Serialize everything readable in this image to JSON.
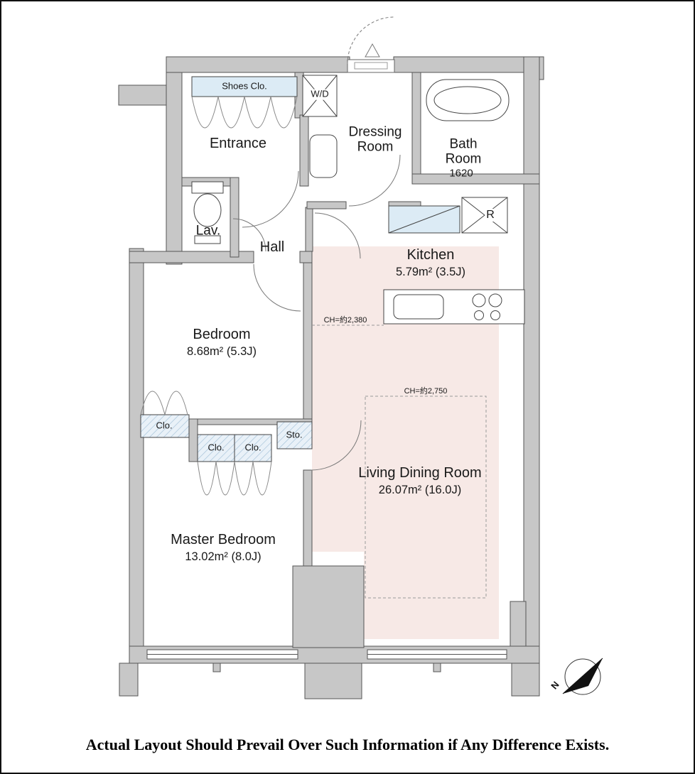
{
  "plan": {
    "entrance": {
      "name": "Entrance"
    },
    "shoes_closet": {
      "name": "Shoes Clo."
    },
    "washer_dryer": {
      "name": "W/D"
    },
    "dressing_room": {
      "name": "Dressing Room"
    },
    "bath_room": {
      "name": "Bath Room",
      "size": "1620"
    },
    "lavatory": {
      "name": "Lav."
    },
    "hall": {
      "name": "Hall"
    },
    "kitchen": {
      "name": "Kitchen",
      "area": "5.79m² (3.5J)"
    },
    "refrigerator": {
      "name": "R"
    },
    "bedroom": {
      "name": "Bedroom",
      "area": "8.68m² (5.3J)"
    },
    "closet_left": {
      "name": "Clo."
    },
    "closet_mid_1": {
      "name": "Clo."
    },
    "closet_mid_2": {
      "name": "Clo."
    },
    "storage": {
      "name": "Sto."
    },
    "living_dining": {
      "name": "Living Dining Room",
      "area": "26.07m² (16.0J)"
    },
    "master_bedroom": {
      "name": "Master Bedroom",
      "area": "13.02m² (8.0J)"
    },
    "ceiling_heights": {
      "kitchen": "CH=約2,380",
      "living": "CH=約2,750"
    },
    "compass": {
      "letter": "N"
    }
  },
  "footer": {
    "disclaimer": "Actual Layout Should Prevail Over Such Information if Any Difference Exists."
  },
  "colors": {
    "wall": "#c7c7c7",
    "ldk_fill": "#f7e9e6",
    "closet_fill": "#ddeaf4"
  }
}
